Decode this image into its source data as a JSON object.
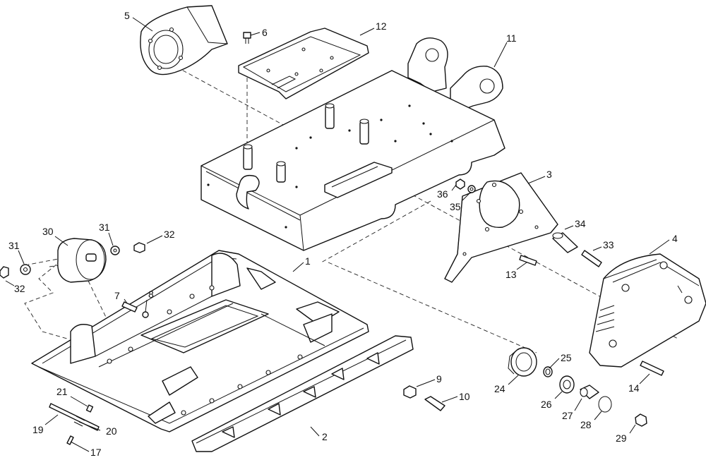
{
  "callouts": [
    {
      "id": "c5",
      "text": "5"
    },
    {
      "id": "c6",
      "text": "6"
    },
    {
      "id": "c12",
      "text": "12"
    },
    {
      "id": "c11",
      "text": "11"
    },
    {
      "id": "c3",
      "text": "3"
    },
    {
      "id": "c36",
      "text": "36"
    },
    {
      "id": "c35",
      "text": "35"
    },
    {
      "id": "c34",
      "text": "34"
    },
    {
      "id": "c33",
      "text": "33"
    },
    {
      "id": "c4",
      "text": "4"
    },
    {
      "id": "c13",
      "text": "13"
    },
    {
      "id": "c30",
      "text": "30"
    },
    {
      "id": "c31a",
      "text": "31"
    },
    {
      "id": "c32a",
      "text": "32"
    },
    {
      "id": "c31b",
      "text": "31"
    },
    {
      "id": "c32b",
      "text": "32"
    },
    {
      "id": "c1",
      "text": "1"
    },
    {
      "id": "c7",
      "text": "7"
    },
    {
      "id": "c8",
      "text": "8"
    },
    {
      "id": "c9",
      "text": "9"
    },
    {
      "id": "c10",
      "text": "10"
    },
    {
      "id": "c21",
      "text": "21"
    },
    {
      "id": "c19",
      "text": "19"
    },
    {
      "id": "c20",
      "text": "20"
    },
    {
      "id": "c17",
      "text": "17"
    },
    {
      "id": "c2",
      "text": "2"
    },
    {
      "id": "c24",
      "text": "24"
    },
    {
      "id": "c25",
      "text": "25"
    },
    {
      "id": "c26",
      "text": "26"
    },
    {
      "id": "c27",
      "text": "27"
    },
    {
      "id": "c28",
      "text": "28"
    },
    {
      "id": "c29",
      "text": "29"
    },
    {
      "id": "c14",
      "text": "14"
    }
  ]
}
